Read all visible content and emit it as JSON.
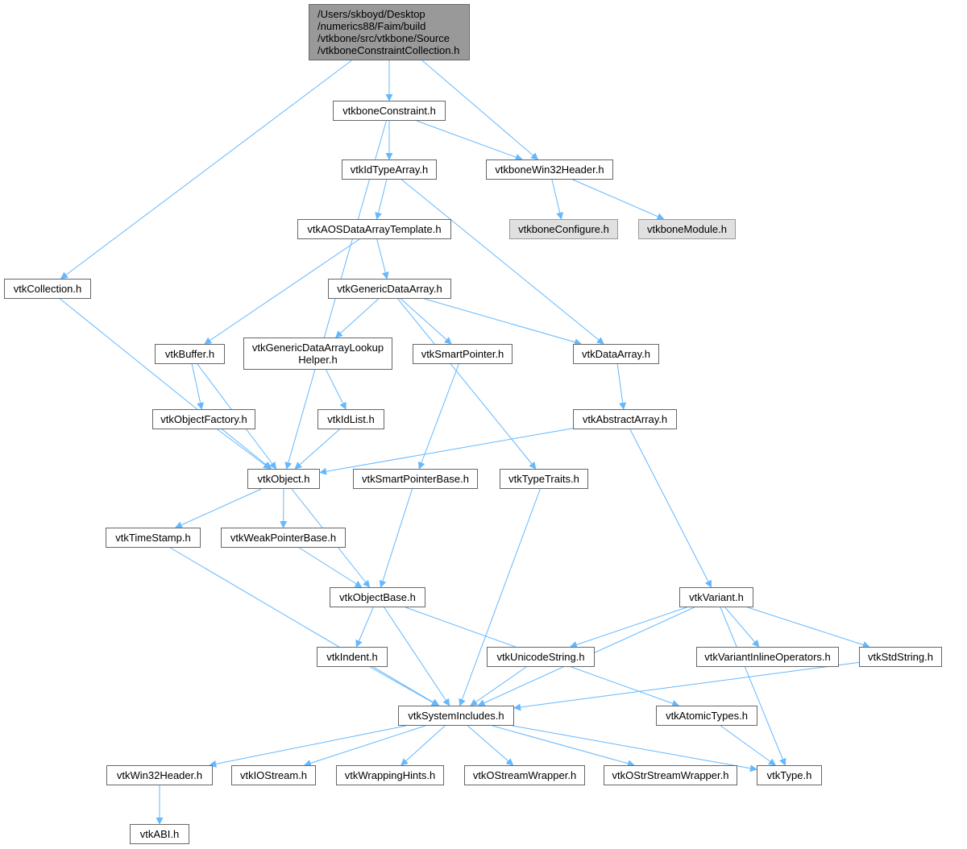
{
  "colors": {
    "edge": "#63b8ff",
    "node_border": "#666666",
    "root_fill": "#999999",
    "external_fill": "#e0e0e0"
  },
  "nodes": {
    "root": "/Users/skboyd/Desktop\n/numerics88/Faim/build\n/vtkbone/src/vtkbone/Source\n/vtkboneConstraintCollection.h",
    "vtkboneConstraint": "vtkboneConstraint.h",
    "vtkCollection": "vtkCollection.h",
    "vtkboneWin32Header": "vtkboneWin32Header.h",
    "vtkIdTypeArray": "vtkIdTypeArray.h",
    "vtkboneConfigure": "vtkboneConfigure.h",
    "vtkboneModule": "vtkboneModule.h",
    "vtkAOSDataArrayTemplate": "vtkAOSDataArrayTemplate.h",
    "vtkGenericDataArray": "vtkGenericDataArray.h",
    "vtkBuffer": "vtkBuffer.h",
    "vtkGenericDataArrayLookupHelper": "vtkGenericDataArrayLookup\nHelper.h",
    "vtkSmartPointer": "vtkSmartPointer.h",
    "vtkDataArray": "vtkDataArray.h",
    "vtkObjectFactory": "vtkObjectFactory.h",
    "vtkIdList": "vtkIdList.h",
    "vtkAbstractArray": "vtkAbstractArray.h",
    "vtkObject": "vtkObject.h",
    "vtkSmartPointerBase": "vtkSmartPointerBase.h",
    "vtkTypeTraits": "vtkTypeTraits.h",
    "vtkTimeStamp": "vtkTimeStamp.h",
    "vtkWeakPointerBase": "vtkWeakPointerBase.h",
    "vtkObjectBase": "vtkObjectBase.h",
    "vtkVariant": "vtkVariant.h",
    "vtkIndent": "vtkIndent.h",
    "vtkUnicodeString": "vtkUnicodeString.h",
    "vtkVariantInlineOperators": "vtkVariantInlineOperators.h",
    "vtkStdString": "vtkStdString.h",
    "vtkSystemIncludes": "vtkSystemIncludes.h",
    "vtkAtomicTypes": "vtkAtomicTypes.h",
    "vtkWin32Header": "vtkWin32Header.h",
    "vtkIOStream": "vtkIOStream.h",
    "vtkWrappingHints": "vtkWrappingHints.h",
    "vtkOStreamWrapper": "vtkOStreamWrapper.h",
    "vtkOStrStreamWrapper": "vtkOStrStreamWrapper.h",
    "vtkType": "vtkType.h",
    "vtkABI": "vtkABI.h"
  },
  "edges": [
    [
      "root",
      "vtkboneConstraint"
    ],
    [
      "root",
      "vtkCollection"
    ],
    [
      "root",
      "vtkboneWin32Header"
    ],
    [
      "vtkboneConstraint",
      "vtkIdTypeArray"
    ],
    [
      "vtkboneConstraint",
      "vtkboneWin32Header"
    ],
    [
      "vtkboneConstraint",
      "vtkObject"
    ],
    [
      "vtkboneWin32Header",
      "vtkboneConfigure"
    ],
    [
      "vtkboneWin32Header",
      "vtkboneModule"
    ],
    [
      "vtkIdTypeArray",
      "vtkAOSDataArrayTemplate"
    ],
    [
      "vtkIdTypeArray",
      "vtkDataArray"
    ],
    [
      "vtkAOSDataArrayTemplate",
      "vtkGenericDataArray"
    ],
    [
      "vtkAOSDataArrayTemplate",
      "vtkBuffer"
    ],
    [
      "vtkGenericDataArray",
      "vtkGenericDataArrayLookupHelper"
    ],
    [
      "vtkGenericDataArray",
      "vtkSmartPointer"
    ],
    [
      "vtkGenericDataArray",
      "vtkDataArray"
    ],
    [
      "vtkGenericDataArray",
      "vtkTypeTraits"
    ],
    [
      "vtkCollection",
      "vtkObject"
    ],
    [
      "vtkBuffer",
      "vtkObjectFactory"
    ],
    [
      "vtkBuffer",
      "vtkObject"
    ],
    [
      "vtkGenericDataArrayLookupHelper",
      "vtkIdList"
    ],
    [
      "vtkSmartPointer",
      "vtkSmartPointerBase"
    ],
    [
      "vtkDataArray",
      "vtkAbstractArray"
    ],
    [
      "vtkObjectFactory",
      "vtkObject"
    ],
    [
      "vtkIdList",
      "vtkObject"
    ],
    [
      "vtkAbstractArray",
      "vtkObject"
    ],
    [
      "vtkAbstractArray",
      "vtkVariant"
    ],
    [
      "vtkObject",
      "vtkTimeStamp"
    ],
    [
      "vtkObject",
      "vtkWeakPointerBase"
    ],
    [
      "vtkObject",
      "vtkObjectBase"
    ],
    [
      "vtkSmartPointerBase",
      "vtkObjectBase"
    ],
    [
      "vtkWeakPointerBase",
      "vtkObjectBase"
    ],
    [
      "vtkTimeStamp",
      "vtkSystemIncludes"
    ],
    [
      "vtkTypeTraits",
      "vtkSystemIncludes"
    ],
    [
      "vtkObjectBase",
      "vtkIndent"
    ],
    [
      "vtkObjectBase",
      "vtkSystemIncludes"
    ],
    [
      "vtkObjectBase",
      "vtkAtomicTypes"
    ],
    [
      "vtkVariant",
      "vtkUnicodeString"
    ],
    [
      "vtkVariant",
      "vtkVariantInlineOperators"
    ],
    [
      "vtkVariant",
      "vtkStdString"
    ],
    [
      "vtkVariant",
      "vtkSystemIncludes"
    ],
    [
      "vtkVariant",
      "vtkType"
    ],
    [
      "vtkIndent",
      "vtkSystemIncludes"
    ],
    [
      "vtkUnicodeString",
      "vtkSystemIncludes"
    ],
    [
      "vtkStdString",
      "vtkSystemIncludes"
    ],
    [
      "vtkSystemIncludes",
      "vtkWin32Header"
    ],
    [
      "vtkSystemIncludes",
      "vtkIOStream"
    ],
    [
      "vtkSystemIncludes",
      "vtkWrappingHints"
    ],
    [
      "vtkSystemIncludes",
      "vtkOStreamWrapper"
    ],
    [
      "vtkSystemIncludes",
      "vtkOStrStreamWrapper"
    ],
    [
      "vtkSystemIncludes",
      "vtkType"
    ],
    [
      "vtkAtomicTypes",
      "vtkType"
    ],
    [
      "vtkWin32Header",
      "vtkABI"
    ]
  ]
}
